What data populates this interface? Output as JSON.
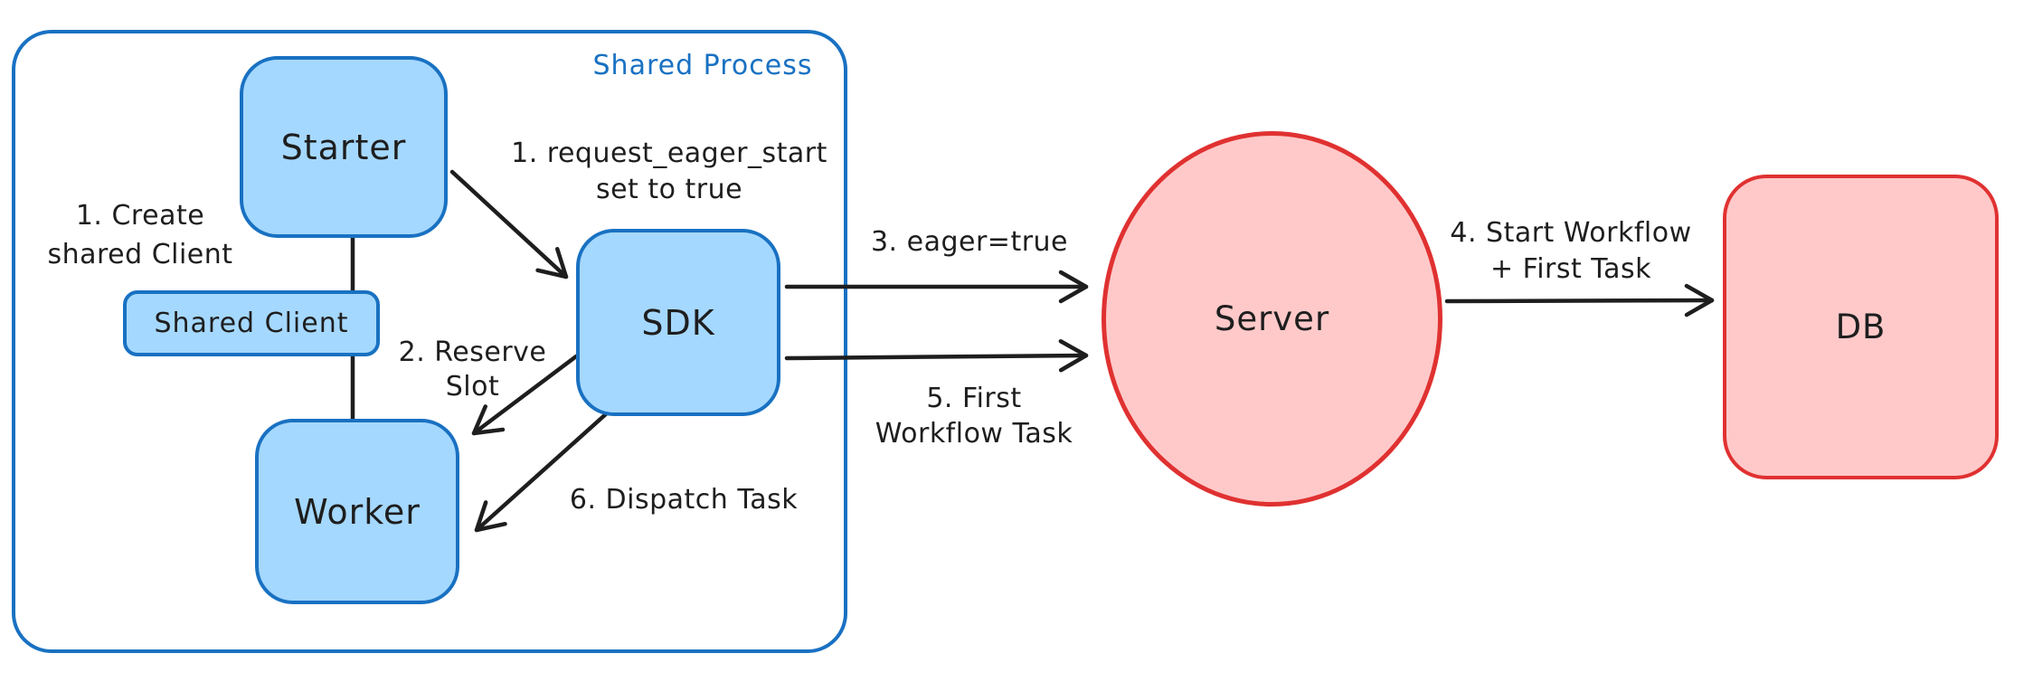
{
  "diagram": {
    "container": {
      "label": "Shared Process"
    },
    "nodes": {
      "starter": {
        "label": "Starter"
      },
      "shared_client": {
        "label": "Shared Client"
      },
      "worker": {
        "label": "Worker"
      },
      "sdk": {
        "label": "SDK"
      },
      "server": {
        "label": "Server"
      },
      "db": {
        "label": "DB"
      }
    },
    "annotations": {
      "create_shared_client": [
        "1. Create",
        "shared Client"
      ],
      "request_eager_start": [
        "1. request_eager_start",
        "set to true"
      ],
      "reserve_slot": [
        "2. Reserve",
        "Slot"
      ],
      "dispatch_task": [
        "6. Dispatch Task"
      ],
      "eager_true": [
        "3. eager=true"
      ],
      "first_workflow_task": [
        "5. First",
        "Workflow Task"
      ],
      "start_workflow": [
        "4. Start Workflow",
        "+ First Task"
      ]
    },
    "colors": {
      "blue_stroke": "#1971c2",
      "blue_fill": "#a5d8ff",
      "red_stroke": "#e03131",
      "red_fill": "#ffc9c9",
      "ink": "#1e1e1e",
      "background": "#ffffff"
    }
  }
}
